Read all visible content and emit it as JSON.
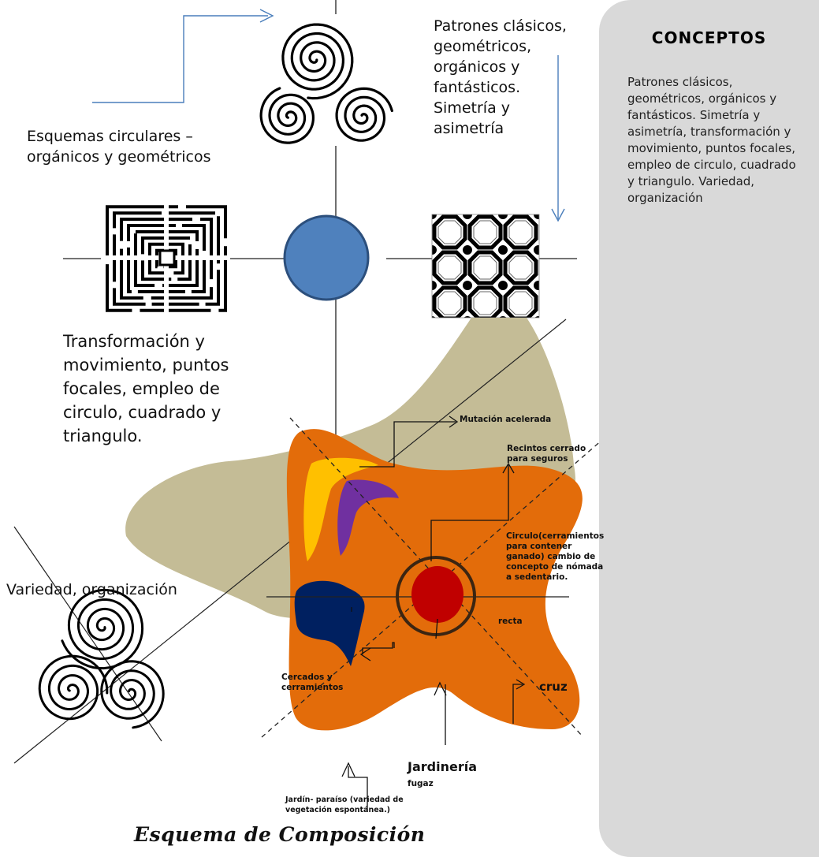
{
  "panel": {
    "title": "CONCEPTOS",
    "text": "Patrones clásicos, geométricos, orgánicos y fantásticos. Simetría y asimetría, transformación y movimiento, puntos focales, empleo de circulo, cuadrado y triangulo. Variedad, organización"
  },
  "labels": {
    "esquemas": "Esquemas circulares – orgánicos y geométricos",
    "patrones": "Patrones clásicos, geométricos, orgánicos y fantásticos. Simetría y asimetría",
    "transformacion": "Transformación y movimiento, puntos focales, empleo de circulo, cuadrado y triangulo.",
    "variedad": "Variedad, organización",
    "mutacion": "Mutación acelerada",
    "recintos": "Recintos cerrado para seguros",
    "circulo": "Circulo(cerramientos para contener ganado) cambio de concepto de nómada a sedentario.",
    "recta": "recta",
    "cercados": "Cercados y cerramientos",
    "cruz": "cruz",
    "jardineria": "Jardinería",
    "fugaz": "fugaz",
    "jardin": "Jardín- paraíso (variedad de vegetación espontánea.)"
  },
  "caption": "Esquema de Composición",
  "colors": {
    "orange": "#e36c0a",
    "khaki": "#c4bc96",
    "blue": "#4f81bd",
    "red": "#c00000",
    "navy": "#002060",
    "purple": "#7030a0",
    "yellow": "#ffc000",
    "arrow": "#4a7ebb",
    "panel": "#d9d9d9"
  }
}
